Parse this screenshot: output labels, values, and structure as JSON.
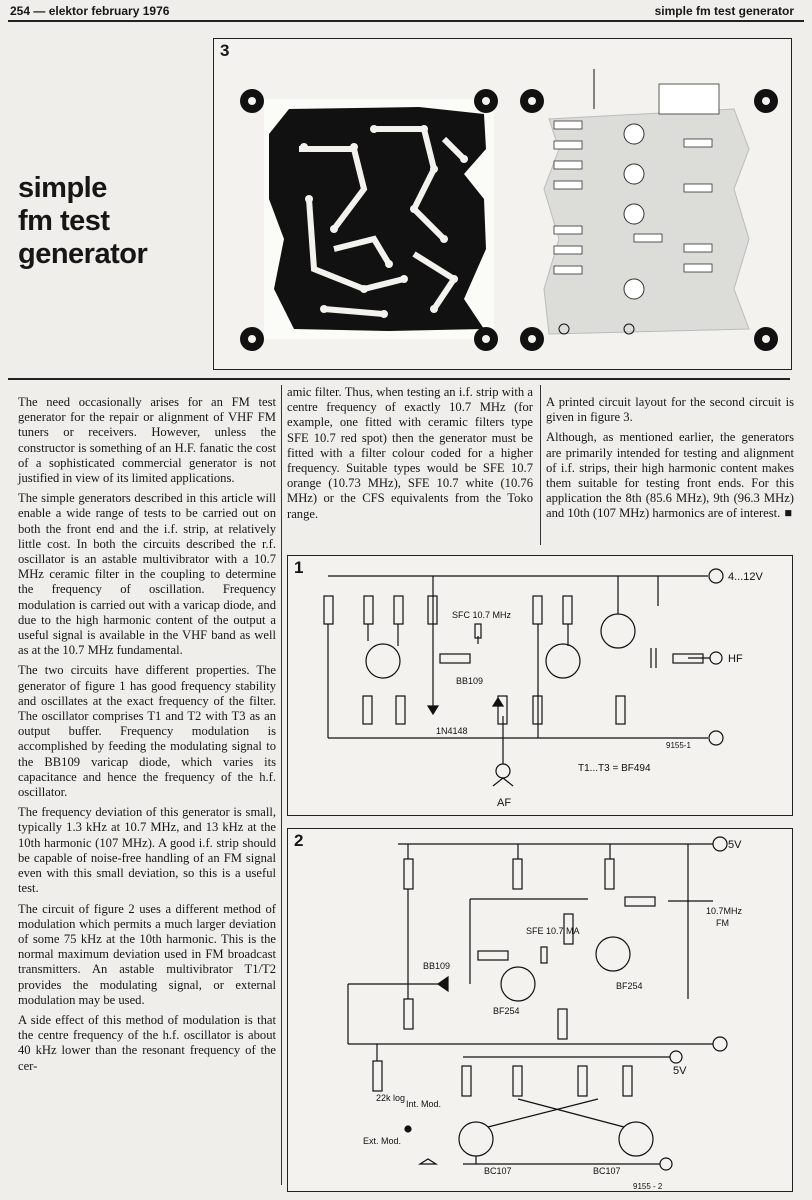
{
  "header": {
    "left": "254 — elektor february 1976",
    "right": "simple fm test generator"
  },
  "title": {
    "lines": [
      "simple",
      "fm test",
      "generator"
    ]
  },
  "figures": {
    "fig3": {
      "number": "3"
    },
    "fig1": {
      "number": "1",
      "supply": "4...12V",
      "transistors": "T1...T3 = BF494",
      "crystal": "SFC 10.7 MHz",
      "varicap": "BB109",
      "diode": "1N4148",
      "output": "HF",
      "input": "AF",
      "code": "9155-1"
    },
    "fig2": {
      "number": "2",
      "supply_top": "5V",
      "supply_mid": "5V",
      "output_freq": "10.7MHz",
      "output_mode": "FM",
      "crystal": "SFE 10.7 MA",
      "varicap": "BB109",
      "t3_type": "BF254",
      "t4_type": "BF254",
      "t1_type": "BC107",
      "t2_type": "BC107",
      "int_mod": "Int. Mod.",
      "ext_mod": "Ext. Mod.",
      "pot": "22k log",
      "code": "9155 - 2"
    }
  },
  "columns": {
    "col1": [
      "The need occasionally arises for an FM test generator for the repair or alignment of VHF FM tuners or receivers. However, unless the constructor is something of an H.F. fanatic the cost of a sophisticated commercial generator is not justified in view of its limited applications.",
      "The simple generators described in this article will enable a wide range of tests to be carried out on both the front end and the i.f. strip, at relatively little cost. In both the circuits described the r.f. oscillator is an astable multivibrator with a 10.7 MHz ceramic filter in the coupling to determine the frequency of oscillation. Frequency modulation is carried out with a varicap diode, and due to the high harmonic content of the output a useful signal is available in the VHF band as well as at the 10.7 MHz fundamental.",
      "The two circuits have different properties. The generator of figure 1 has good frequency stability and oscillates at the exact frequency of the filter. The oscillator comprises T1 and T2 with T3 as an output buffer. Frequency modulation is accomplished by feeding the modulating signal to the BB109 varicap diode, which varies its capacitance and hence the frequency of the h.f. oscillator.",
      "The frequency deviation of this generator is small, typically 1.3 kHz at 10.7 MHz, and 13 kHz at the 10th harmonic (107 MHz). A good i.f. strip should be capable of noise-free handling of an FM signal even with this small deviation, so this is a useful test.",
      "The circuit of figure 2 uses a different method of modulation which permits a much larger deviation of some 75 kHz at the 10th harmonic. This is the normal maximum deviation used in FM broadcast transmitters. An astable multivibrator T1/T2 provides the modulating signal, or external modulation may be used.",
      "A side effect of this method of modulation is that the centre frequency of the h.f. oscillator is about 40 kHz lower than the resonant frequency of the cer-"
    ],
    "col2": [
      "amic filter. Thus, when testing an i.f. strip with a centre frequency of exactly 10.7 MHz (for example, one fitted with ceramic filters type SFE 10.7 red spot) then the generator must be fitted with a filter colour coded for a higher frequency. Suitable types would be SFE 10.7 orange (10.73 MHz), SFE 10.7 white (10.76 MHz) or the CFS equivalents from the Toko range."
    ],
    "col3": [
      "A printed circuit layout for the second circuit is given in figure 3.",
      "Although, as mentioned earlier, the generators are primarily intended for testing and alignment of i.f. strips, their high harmonic content makes them suitable for testing front ends. For this application the 8th (85.6 MHz), 9th (96.3 MHz) and 10th (107 MHz) harmonics are of interest."
    ]
  },
  "icons": {
    "end_mark": "end-of-article-mark"
  }
}
